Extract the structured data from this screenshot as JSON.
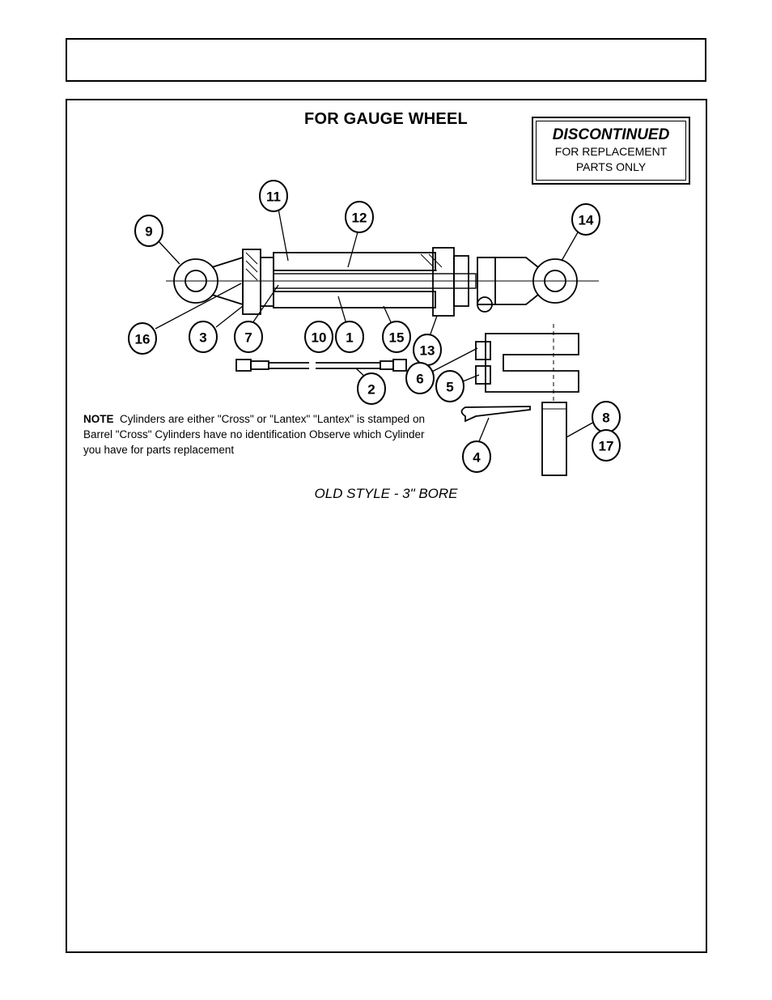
{
  "header": {
    "title": ""
  },
  "section": {
    "title": "FOR GAUGE WHEEL"
  },
  "badge": {
    "title": "DISCONTINUED",
    "line1": "FOR REPLACEMENT",
    "line2": "PARTS ONLY"
  },
  "callouts": [
    "1",
    "2",
    "3",
    "4",
    "5",
    "6",
    "7",
    "8",
    "9",
    "10",
    "11",
    "12",
    "13",
    "14",
    "15",
    "16",
    "17"
  ],
  "note": {
    "label": "NOTE",
    "text": "Cylinders are either \"Cross\" or \"Lantex\"  \"Lantex\" is stamped on Barrel  \"Cross\" Cylinders have no identification Observe which Cylinder you have for parts replacement"
  },
  "caption": "OLD STYLE - 3\" BORE"
}
